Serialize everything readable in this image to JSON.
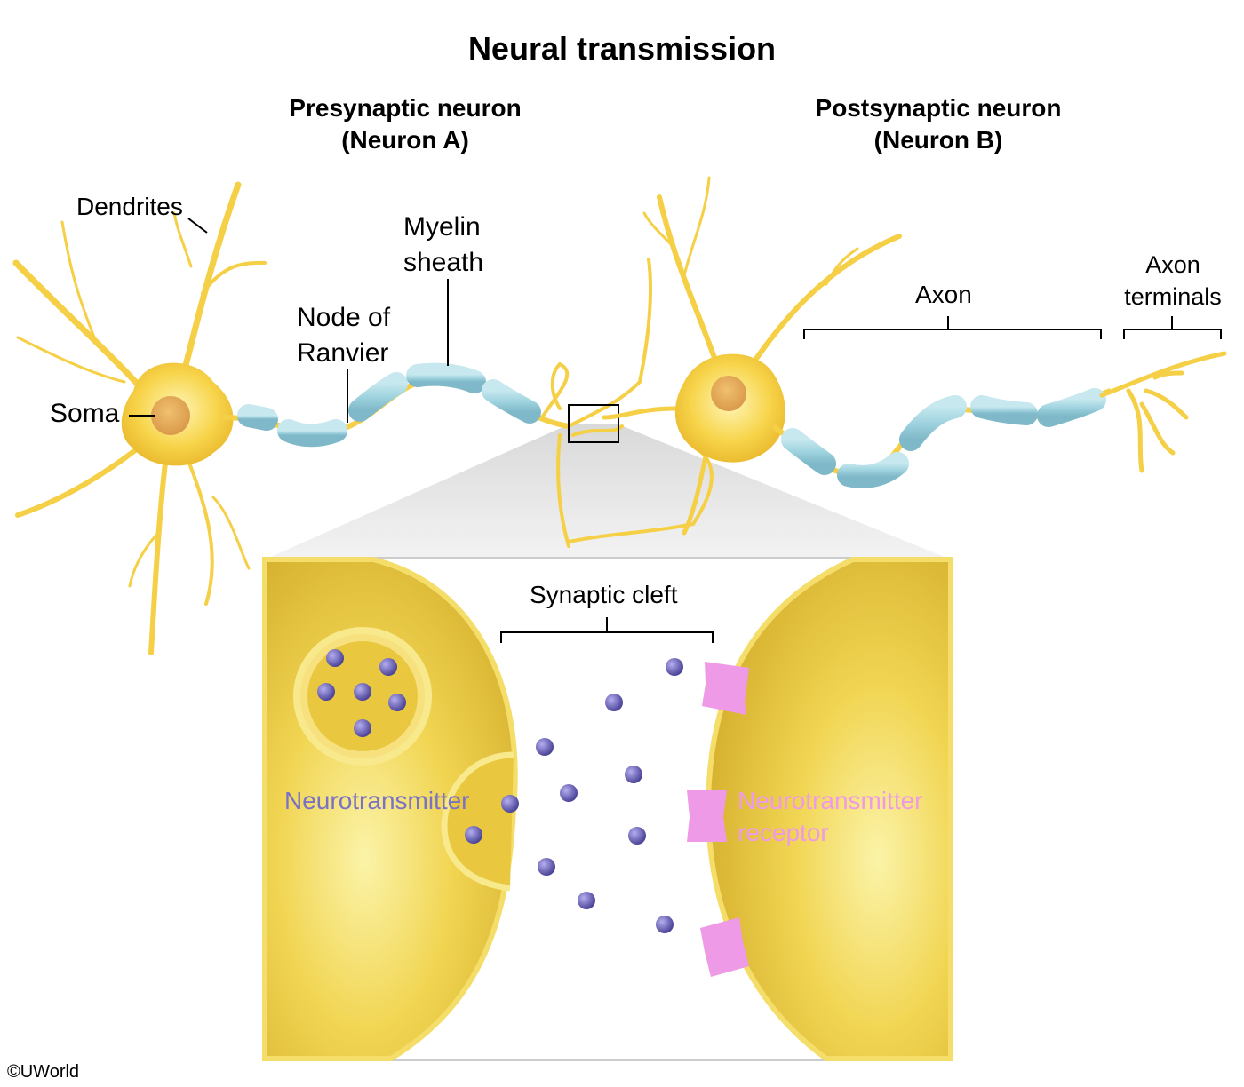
{
  "title": "Neural transmission",
  "presynaptic": {
    "line1": "Presynaptic neuron",
    "line2": "(Neuron A)"
  },
  "postsynaptic": {
    "line1": "Postsynaptic neuron",
    "line2": "(Neuron B)"
  },
  "labels": {
    "dendrites": "Dendrites",
    "soma": "Soma",
    "node_line1": "Node of",
    "node_line2": "Ranvier",
    "myelin_line1": "Myelin",
    "myelin_line2": "sheath",
    "axon": "Axon",
    "terminals_line1": "Axon",
    "terminals_line2": "terminals"
  },
  "inset": {
    "synaptic_cleft": "Synaptic cleft",
    "neurotransmitter": "Neurotransmitter",
    "receptor_line1": "Neurotransmitter",
    "receptor_line2": "receptor"
  },
  "colors": {
    "neuron": "#f5cf45",
    "myelin": "#9fd3df",
    "neurotransmitter": "#6c63b8",
    "receptor": "#ef9ae6"
  },
  "copyright": "©UWorld"
}
